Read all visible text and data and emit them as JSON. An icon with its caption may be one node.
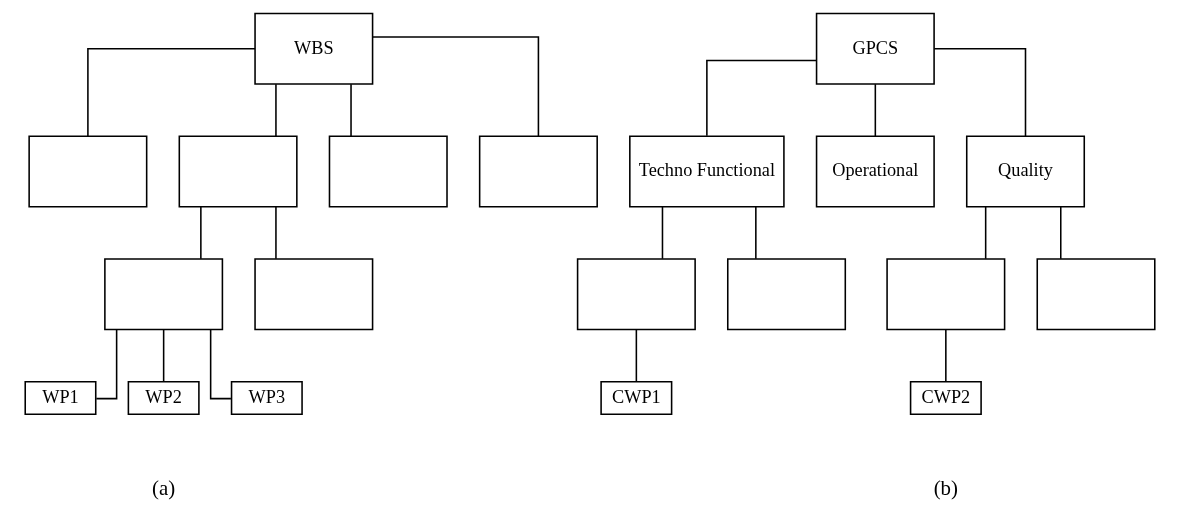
{
  "diagram": {
    "nodes": [
      {
        "text": [
          "WBS"
        ]
      },
      {
        "text": [],
        "shape": "box"
      },
      {
        "text": [],
        "shape": "box"
      },
      {
        "text": [],
        "shape": "box"
      },
      {
        "text": [],
        "shape": "box"
      },
      {
        "text": [],
        "shape": "box"
      },
      {
        "text": [],
        "shape": "box"
      },
      {
        "text": [
          "WP1"
        ]
      },
      {
        "text": [
          "WP2"
        ]
      },
      {
        "text": [
          "WP3"
        ]
      },
      {
        "text": [
          "GPCS"
        ]
      },
      {
        "text": [
          "Techno Functional"
        ]
      },
      {
        "text": [
          "Operational"
        ]
      },
      {
        "text": [
          "Quality"
        ]
      },
      {
        "text": [],
        "shape": "box"
      },
      {
        "text": [],
        "shape": "box"
      },
      {
        "text": [
          "CWP1"
        ]
      },
      {
        "text": [],
        "shape": "box"
      },
      {
        "text": [],
        "shape": "box"
      },
      {
        "text": [
          "CWP2"
        ]
      }
    ],
    "edges": [
      {
        "from": 0,
        "to": 1,
        "arrow": "none"
      },
      {
        "from": 0,
        "to": 2,
        "arrow": "none"
      },
      {
        "from": 0,
        "to": 3,
        "arrow": "none"
      },
      {
        "from": 0,
        "to": 4,
        "arrow": "none"
      },
      {
        "from": 2,
        "to": 5,
        "arrow": "none"
      },
      {
        "from": 2,
        "to": 6,
        "arrow": "none"
      },
      {
        "from": 5,
        "to": 7,
        "arrow": "none"
      },
      {
        "from": 5,
        "to": 8,
        "arrow": "none"
      },
      {
        "from": 5,
        "to": 9,
        "arrow": "none"
      },
      {
        "from": 10,
        "to": 11,
        "arrow": "none"
      },
      {
        "from": 10,
        "to": 12,
        "arrow": "none"
      },
      {
        "from": 10,
        "to": 13,
        "arrow": "none"
      },
      {
        "from": 11,
        "to": 14,
        "arrow": "none"
      },
      {
        "from": 11,
        "to": 15,
        "arrow": "none"
      },
      {
        "from": 14,
        "to": 16,
        "arrow": "none"
      },
      {
        "from": 13,
        "to": 17,
        "arrow": "none"
      },
      {
        "from": 13,
        "to": 18,
        "arrow": "none"
      },
      {
        "from": 17,
        "to": 19,
        "arrow": "none"
      }
    ],
    "labels": [
      "(a)",
      "(b)"
    ]
  }
}
